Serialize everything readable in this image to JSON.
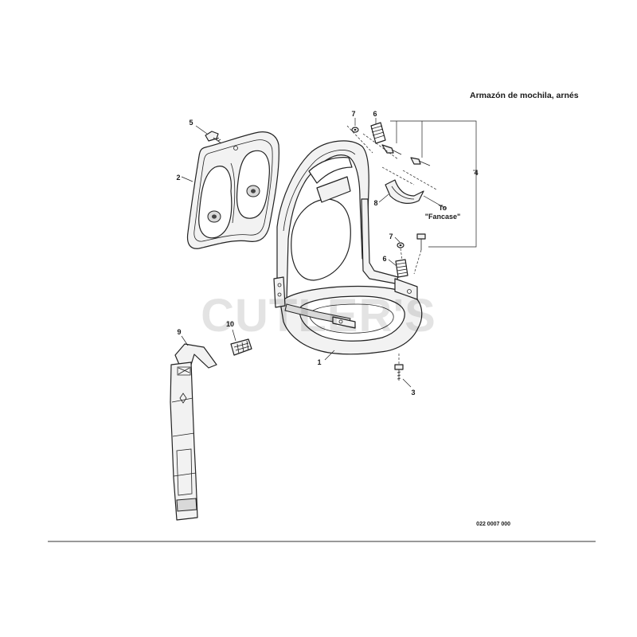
{
  "diagram": {
    "title": "Armazón de mochila, arnés",
    "drawing_code": "022 0007 000",
    "watermark": "CUTLER'S",
    "note": {
      "line1": "To",
      "line2": "\"Fancase\""
    },
    "callouts": [
      "1",
      "2",
      "3",
      "4",
      "5",
      "6",
      "6",
      "7",
      "7",
      "8",
      "9",
      "10"
    ]
  }
}
